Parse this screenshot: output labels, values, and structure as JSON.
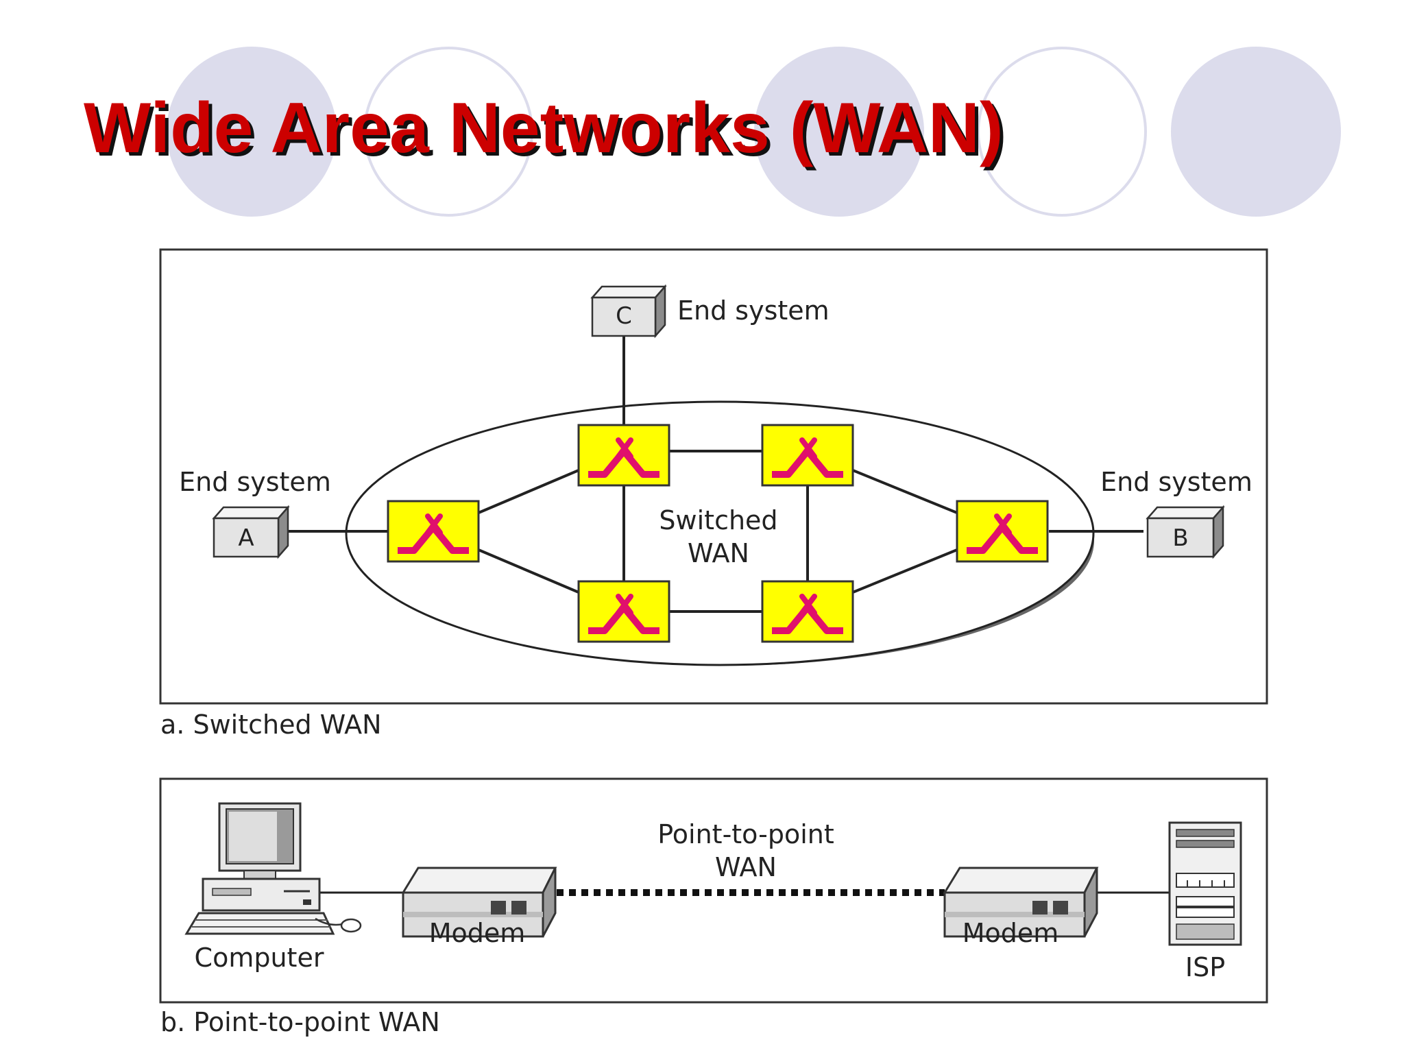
{
  "title": "Wide Area Networks (WAN)",
  "colors": {
    "title_text": "#cc0000",
    "title_shadow": "#111111",
    "decor_circles": "#dcdcec",
    "switch_fill": "#ffff00",
    "switch_symbol": "#e0106c",
    "device_box": "#e4e4e4"
  },
  "switched_wan": {
    "caption": "a. Switched WAN",
    "cloud_label_line1": "Switched",
    "cloud_label_line2": "WAN",
    "end_systems": [
      {
        "id": "A",
        "label": "End system"
      },
      {
        "id": "B",
        "label": "End system"
      },
      {
        "id": "C",
        "label": "End system"
      }
    ],
    "switch_icon": "switch-icon"
  },
  "point_to_point_wan": {
    "caption": "b. Point-to-point WAN",
    "link_label_line1": "Point-to-point",
    "link_label_line2": "WAN",
    "computer_label": "Computer",
    "modem_left_label": "Modem",
    "modem_right_label": "Modem",
    "isp_label": "ISP"
  }
}
